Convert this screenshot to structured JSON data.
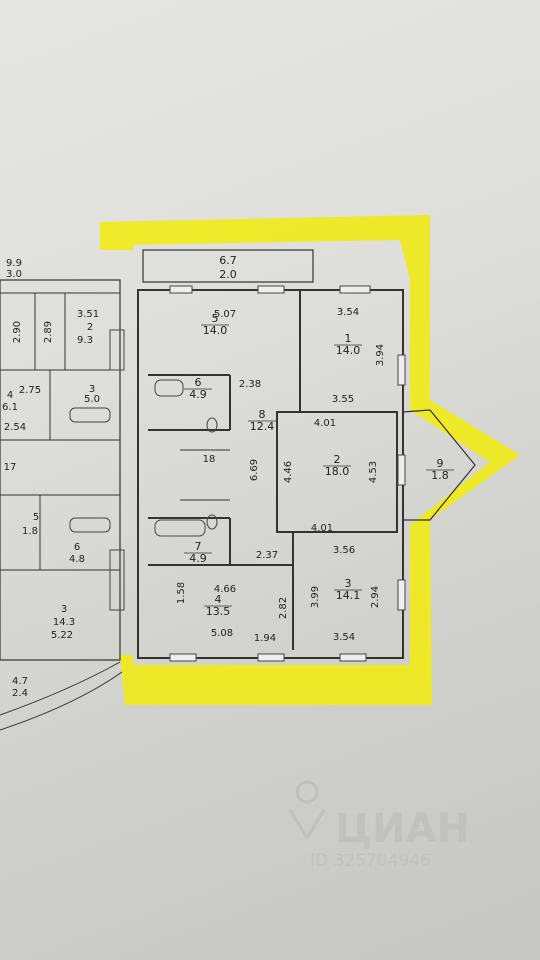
{
  "highlight_color": "#f0ea1a",
  "rooms": [
    {
      "num": "5",
      "area": "14.0"
    },
    {
      "num": "1",
      "area": "14.0"
    },
    {
      "num": "6",
      "area": "4.9"
    },
    {
      "num": "8",
      "area": "12.4"
    },
    {
      "num": "2",
      "area": "18.0"
    },
    {
      "num": "7",
      "area": "4.9"
    },
    {
      "num": "4",
      "area": "13.5"
    },
    {
      "num": "3",
      "area": "14.1"
    },
    {
      "num": "9",
      "area": "1.8"
    },
    {
      "num": "",
      "area": "2.0",
      "top": "6.7"
    }
  ],
  "dims": [
    "5.07",
    "3.54",
    "3.94",
    "2.38",
    "3.55",
    "4.01",
    "4.46",
    "6.69",
    "4.53",
    "4.01",
    "3.56",
    "2.37",
    "4.66",
    "1.58",
    "2.82",
    "3.99",
    "2.94",
    "5.08",
    "1.94",
    "3.54",
    "18"
  ],
  "neighbor": {
    "labels": [
      "9.9",
      "3.0",
      "2.90",
      "2.89",
      "3.51",
      "9.3",
      "2",
      "4",
      "6.1",
      "2.75",
      "3",
      "5.0",
      "2.54",
      "17",
      "1.8",
      "5",
      "6",
      "4.8",
      "3",
      "14.3",
      "5.22",
      "4.7",
      "2.4"
    ]
  },
  "watermark": {
    "brand": "ЦИАН",
    "id": "ID 325704946"
  }
}
